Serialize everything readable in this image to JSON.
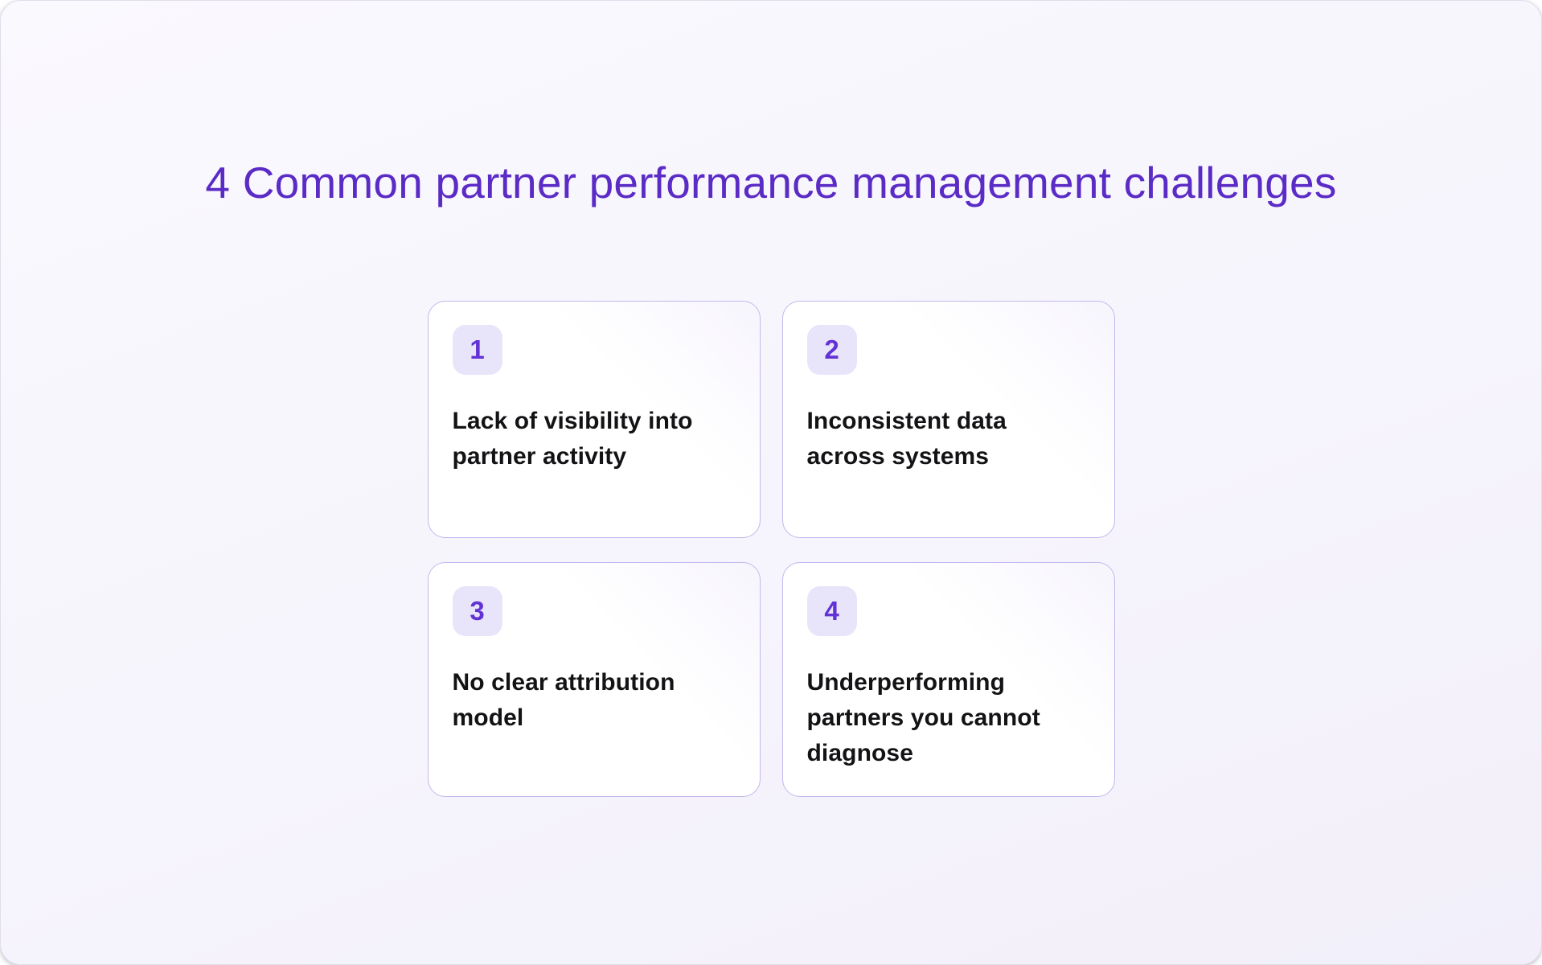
{
  "page": {
    "title": "4 Common partner performance management challenges"
  },
  "colors": {
    "title_color": "#5B2BC6",
    "badge_bg": "#E8E4F9",
    "badge_number": "#6232D4",
    "card_border": "#C3B8ED",
    "card_text": "#131316",
    "canvas_start": "#FAF9FE",
    "canvas_end": "#F2EFFA"
  },
  "cards": [
    {
      "number": "1",
      "text": "Lack of visibility into\npartner activity"
    },
    {
      "number": "2",
      "text": "Inconsistent data\nacross systems"
    },
    {
      "number": "3",
      "text": "No clear attribution\nmodel"
    },
    {
      "number": "4",
      "text": "Underperforming\npartners you cannot\ndiagnose"
    }
  ]
}
